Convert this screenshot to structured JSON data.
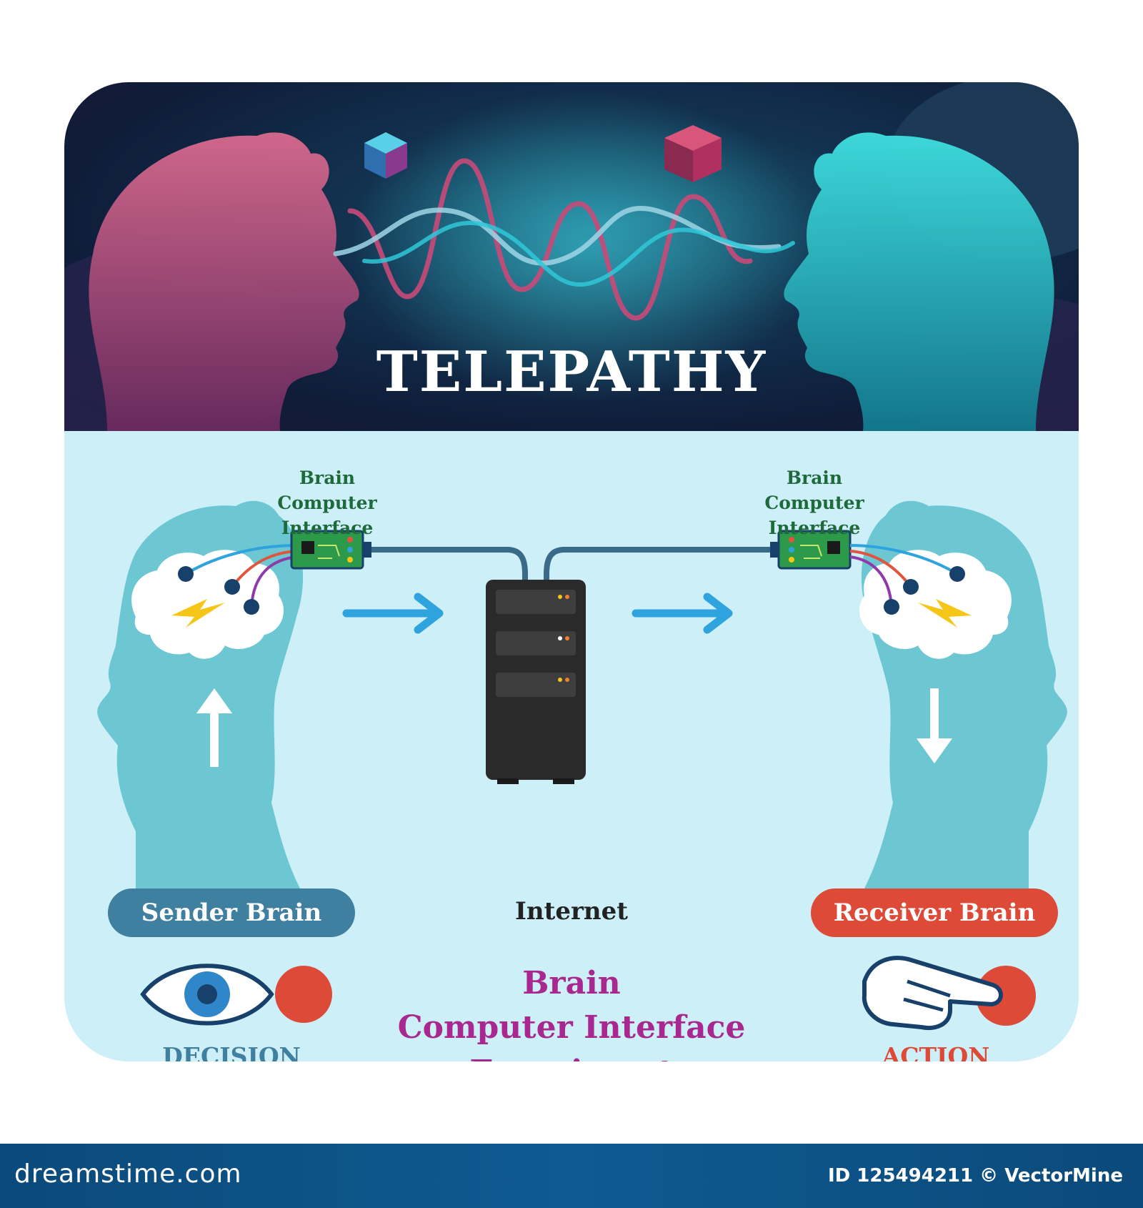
{
  "hero": {
    "title": "TELEPATHY"
  },
  "diagram": {
    "bci_left": {
      "line1": "Brain",
      "line2": "Computer",
      "line3": "Interface"
    },
    "bci_right": {
      "line1": "Brain",
      "line2": "Computer",
      "line3": "Interface"
    },
    "sender_label": "Sender Brain",
    "receiver_label": "Receiver Brain",
    "internet_label": "Internet",
    "decision_label": "DECISION",
    "action_label": "ACTION",
    "experiment_title": {
      "line1": "Brain",
      "line2": "Computer Interface",
      "line3": "Experiment"
    }
  },
  "footer": {
    "brand": "dreamstime.com",
    "id_text": "ID 125494211 © VectorMine"
  },
  "colors": {
    "sender": "#3f7fa0",
    "receiver": "#dd4a38",
    "experiment": "#a8288f",
    "bci_text": "#1e6a3a",
    "arrow": "#2fa3dd",
    "panel": "#cdeff7",
    "footer": "#0e5a92"
  }
}
